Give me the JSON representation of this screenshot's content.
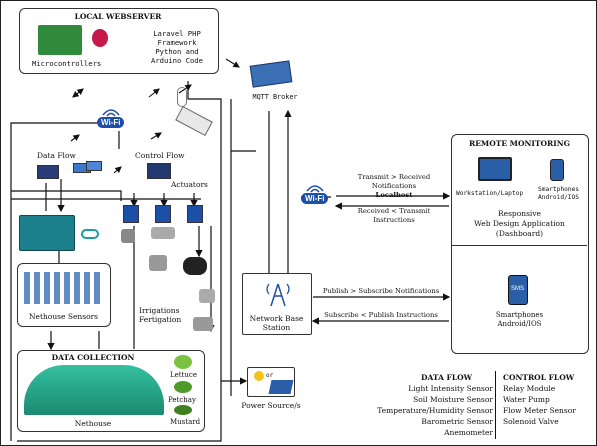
{
  "local_webserver": {
    "title": "LOCAL WEBSERVER",
    "mc_label": "Microcontrollers",
    "frameworks": [
      "Laravel PHP",
      "Framework",
      "Python and",
      "Arduino Code"
    ]
  },
  "mqtt": {
    "label": "MQTT Broker"
  },
  "wifi_label": "Wi-Fi",
  "data_flow_label": "Data Flow",
  "control_flow_label": "Control Flow",
  "actuators_label": "Actuators",
  "nethouse_sensors_label": "Nethouse Sensors",
  "irrigation": {
    "line1": "Irrigations",
    "line2": "Fertigation"
  },
  "data_collection": {
    "title": "DATA COLLECTION",
    "nethouse_label": "Nethouse",
    "crops": [
      "Lettuce",
      "Petchay",
      "Mustard"
    ]
  },
  "power_label": "Power Source/s",
  "base_station": {
    "line1": "Network Base",
    "line2": "Station"
  },
  "links": {
    "transmit1": "Transmit > Received",
    "transmit2": "Notifications",
    "localhost": "Localhost",
    "receive1": "Received < Transmit",
    "receive2": "Instructions",
    "publish": "Publish > Subscribe Notifications",
    "subscribe": "Subscribe < Publish Instructions"
  },
  "remote": {
    "title": "REMOTE MONITORING",
    "workstation": "Workstation/Laptop",
    "smartphones1": "Smartphones",
    "smartphones2": "Android/IOS",
    "app1": "Responsive",
    "app2": "Web Design Application",
    "app3": "(Dashboard)",
    "phone1": "Smartphones",
    "phone2": "Android/IOS",
    "sms": "SMS"
  },
  "legend": {
    "data_flow_title": "DATA FLOW",
    "control_flow_title": "CONTROL FLOW",
    "data_flow_items": [
      "Light Intensity Sensor",
      "Soil Moisture Sensor",
      "Temperature/Humidity Sensor",
      "Barometric Sensor",
      "Anemometer"
    ],
    "control_flow_items": [
      "Relay Module",
      "Water Pump",
      "Flow Meter Sensor",
      "Solenoid Valve"
    ]
  },
  "colors": {
    "wifi": "#1c4fa8",
    "nethouse_green": "#1fa58a",
    "arduino_teal": "#1b7f8c",
    "panel_blue": "#2a5fa8"
  }
}
